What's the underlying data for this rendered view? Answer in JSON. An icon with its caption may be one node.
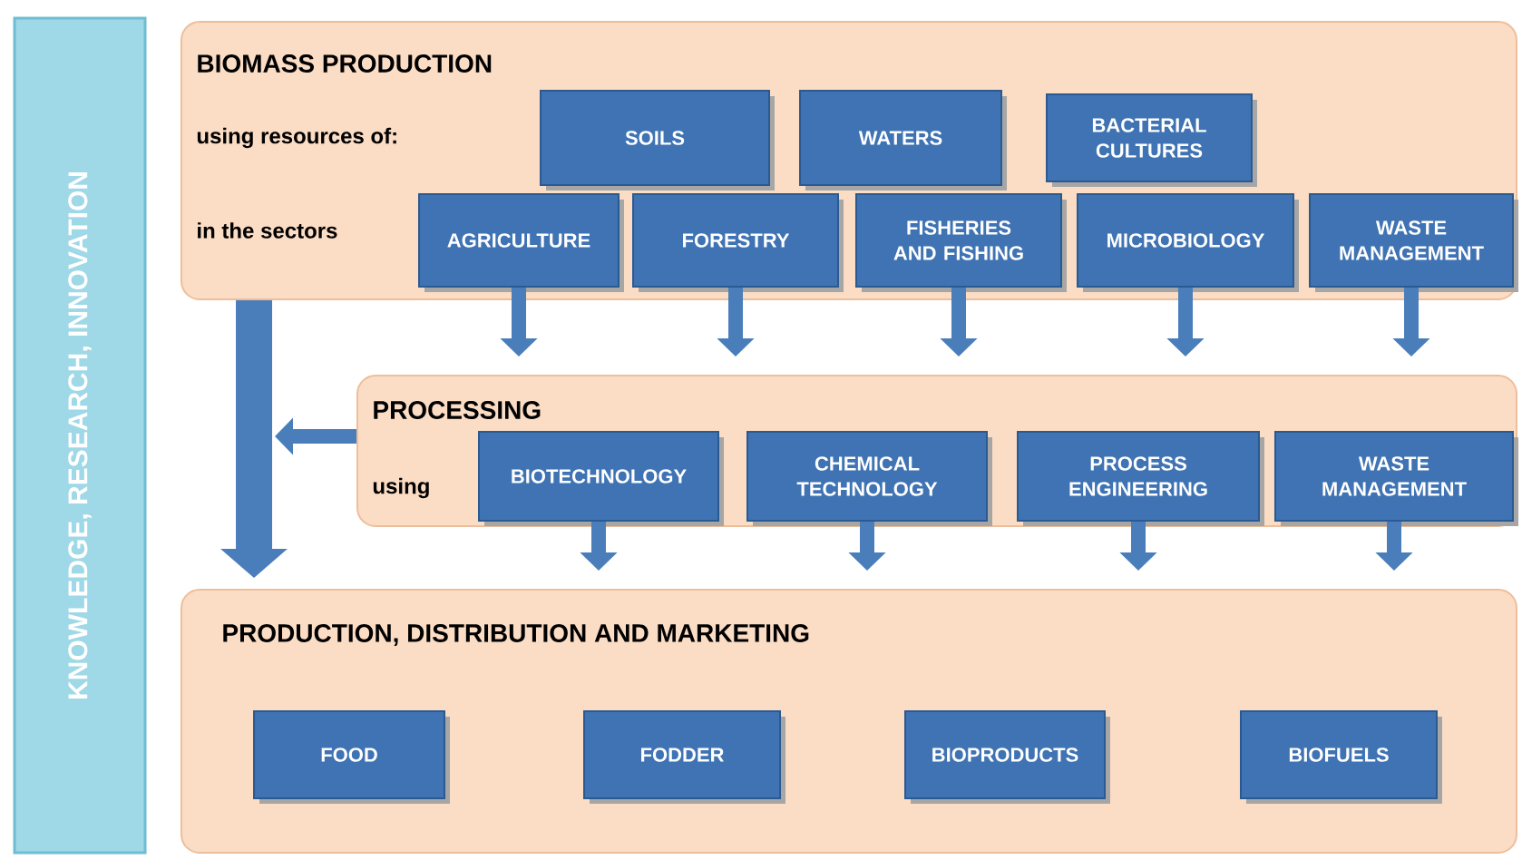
{
  "diagram": {
    "nodes": [
      {
        "text": [
          "KNOWLEDGE, RESEARCH, INNOVATION"
        ]
      },
      {
        "text": [
          "BIOMASS PRODUCTION",
          "using resources of:",
          "in the sectors"
        ]
      },
      {
        "text": [
          "SOILS"
        ],
        "in": 1
      },
      {
        "text": [
          "WATERS"
        ],
        "in": 1
      },
      {
        "text": [
          "BACTERIAL CULTURES"
        ],
        "in": 1
      },
      {
        "text": [
          "AGRICULTURE"
        ],
        "in": 1
      },
      {
        "text": [
          "FORESTRY"
        ],
        "in": 1
      },
      {
        "text": [
          "FISHERIES AND FISHING"
        ],
        "in": 1
      },
      {
        "text": [
          "MICROBIOLOGY"
        ],
        "in": 1
      },
      {
        "text": [
          "WASTE MANAGEMENT"
        ],
        "in": 1
      },
      {
        "text": [
          "PROCESSING",
          "using"
        ]
      },
      {
        "text": [
          "BIOTECHNOLOGY"
        ],
        "in": 10
      },
      {
        "text": [
          "CHEMICAL TECHNOLOGY"
        ],
        "in": 10
      },
      {
        "text": [
          "PROCESS ENGINEERING"
        ],
        "in": 10
      },
      {
        "text": [
          "WASTE MANAGEMENT"
        ],
        "in": 10
      },
      {
        "text": [
          "PRODUCTION, DISTRIBUTION AND MARKETING"
        ]
      },
      {
        "text": [
          "FOOD"
        ],
        "in": 15
      },
      {
        "text": [
          "FODDER"
        ],
        "in": 15
      },
      {
        "text": [
          "BIOPRODUCTS"
        ],
        "in": 15
      },
      {
        "text": [
          "BIOFUELS"
        ],
        "in": 15
      }
    ],
    "edges": [
      {
        "from": 5,
        "to": 10,
        "arrow": "to"
      },
      {
        "from": 6,
        "to": 10,
        "arrow": "to"
      },
      {
        "from": 7,
        "to": 10,
        "arrow": "to"
      },
      {
        "from": 8,
        "to": 10,
        "arrow": "to"
      },
      {
        "from": 9,
        "to": 10,
        "arrow": "to"
      },
      {
        "from": 1,
        "to": 15,
        "arrow": "to",
        "style": "thick"
      },
      {
        "from": 10,
        "to": null,
        "arrow": "to"
      },
      {
        "from": 11,
        "to": 15,
        "arrow": "to"
      },
      {
        "from": 12,
        "to": 15,
        "arrow": "to"
      },
      {
        "from": 13,
        "to": 15,
        "arrow": "to"
      },
      {
        "from": 14,
        "to": 15,
        "arrow": "to"
      }
    ]
  }
}
